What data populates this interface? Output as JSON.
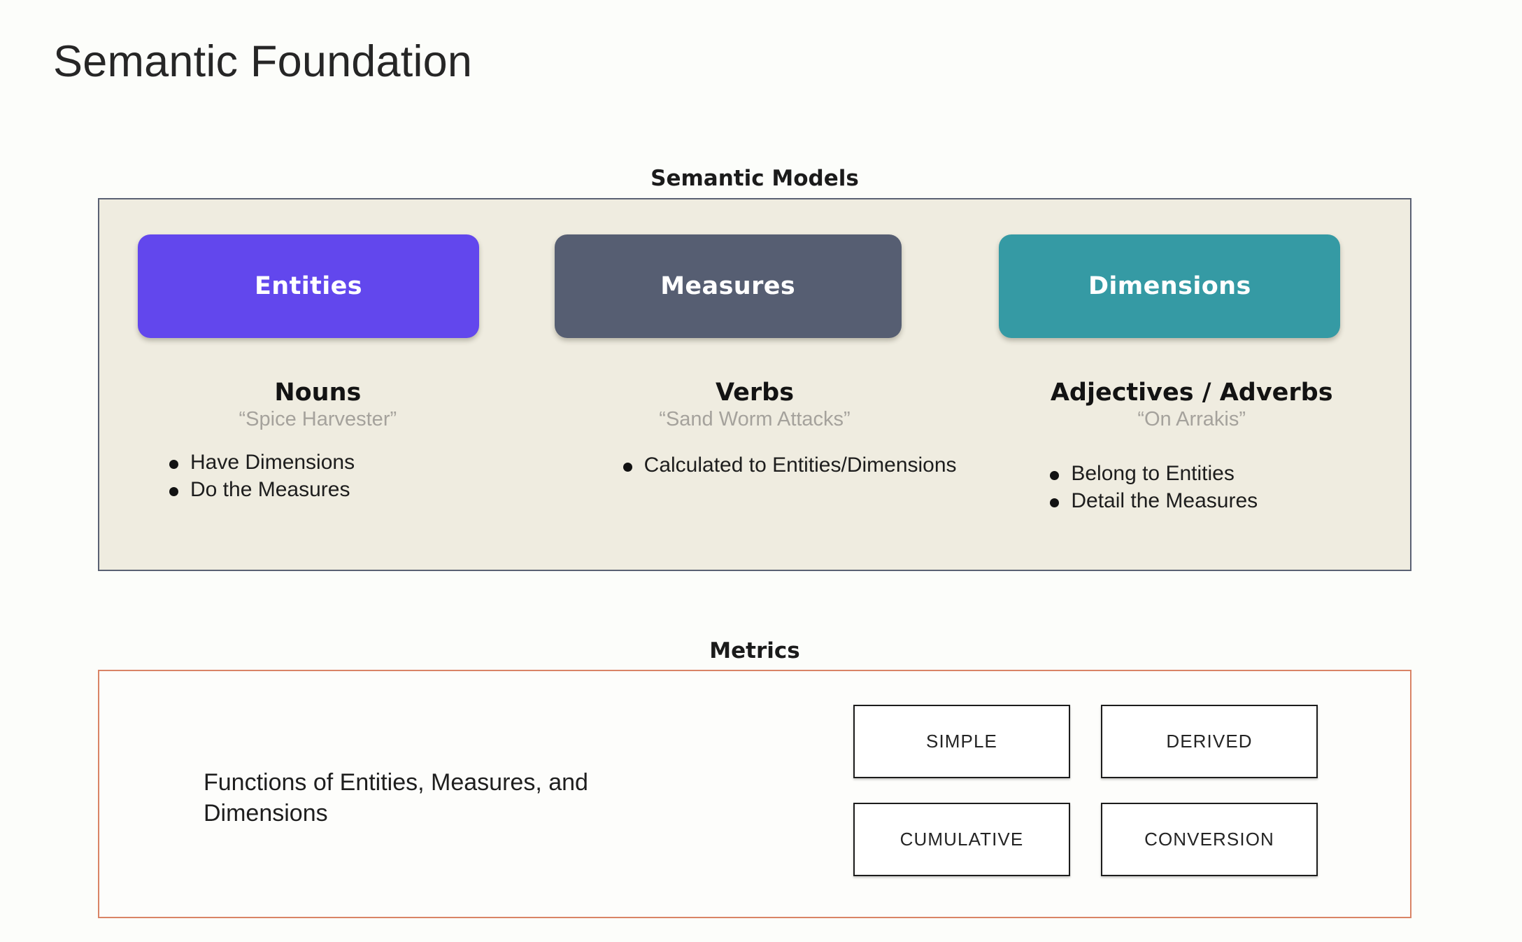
{
  "slide": {
    "title": "Semantic Foundation",
    "background_color": "#fcfdfa"
  },
  "semantic_models": {
    "caption": "Semantic Models",
    "panel_bg_color": "#efece0",
    "panel_border_color": "#5a6173",
    "columns": [
      {
        "pill_label": "Entities",
        "pill_color": "#6247ed",
        "part_of_speech": "Nouns",
        "example": "“Spice Harvester”",
        "bullets": [
          "Have Dimensions",
          "Do the Measures"
        ]
      },
      {
        "pill_label": "Measures",
        "pill_color": "#565e72",
        "part_of_speech": "Verbs",
        "example": "“Sand Worm Attacks”",
        "bullets": [
          "Calculated to Entities/Dimensions"
        ]
      },
      {
        "pill_label": "Dimensions",
        "pill_color": "#359aa4",
        "part_of_speech": "Adjectives / Adverbs",
        "example": "“On Arrakis”",
        "bullets": [
          "Belong to Entities",
          "Detail the Measures"
        ]
      }
    ]
  },
  "metrics": {
    "caption": "Metrics",
    "panel_border_color": "#d98466",
    "description": "Functions of Entities, Measures, and Dimensions",
    "types": [
      "SIMPLE",
      "DERIVED",
      "CUMULATIVE",
      "CONVERSION"
    ]
  }
}
